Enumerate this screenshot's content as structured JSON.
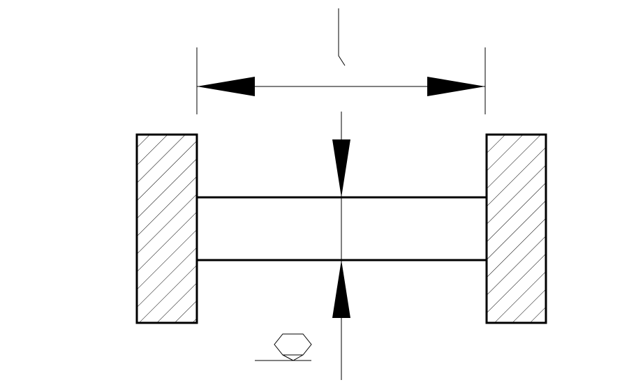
{
  "diagram": {
    "kind": "technical-drawing",
    "description_visible_text": "",
    "colors": {
      "stroke": "#000000",
      "fill": "#ffffff",
      "arrow": "#000000"
    },
    "elements": {
      "hatched_supports": 2,
      "dimension_lines": 1,
      "thickness_arrows": 2,
      "surface_finish_symbol": 1
    }
  }
}
